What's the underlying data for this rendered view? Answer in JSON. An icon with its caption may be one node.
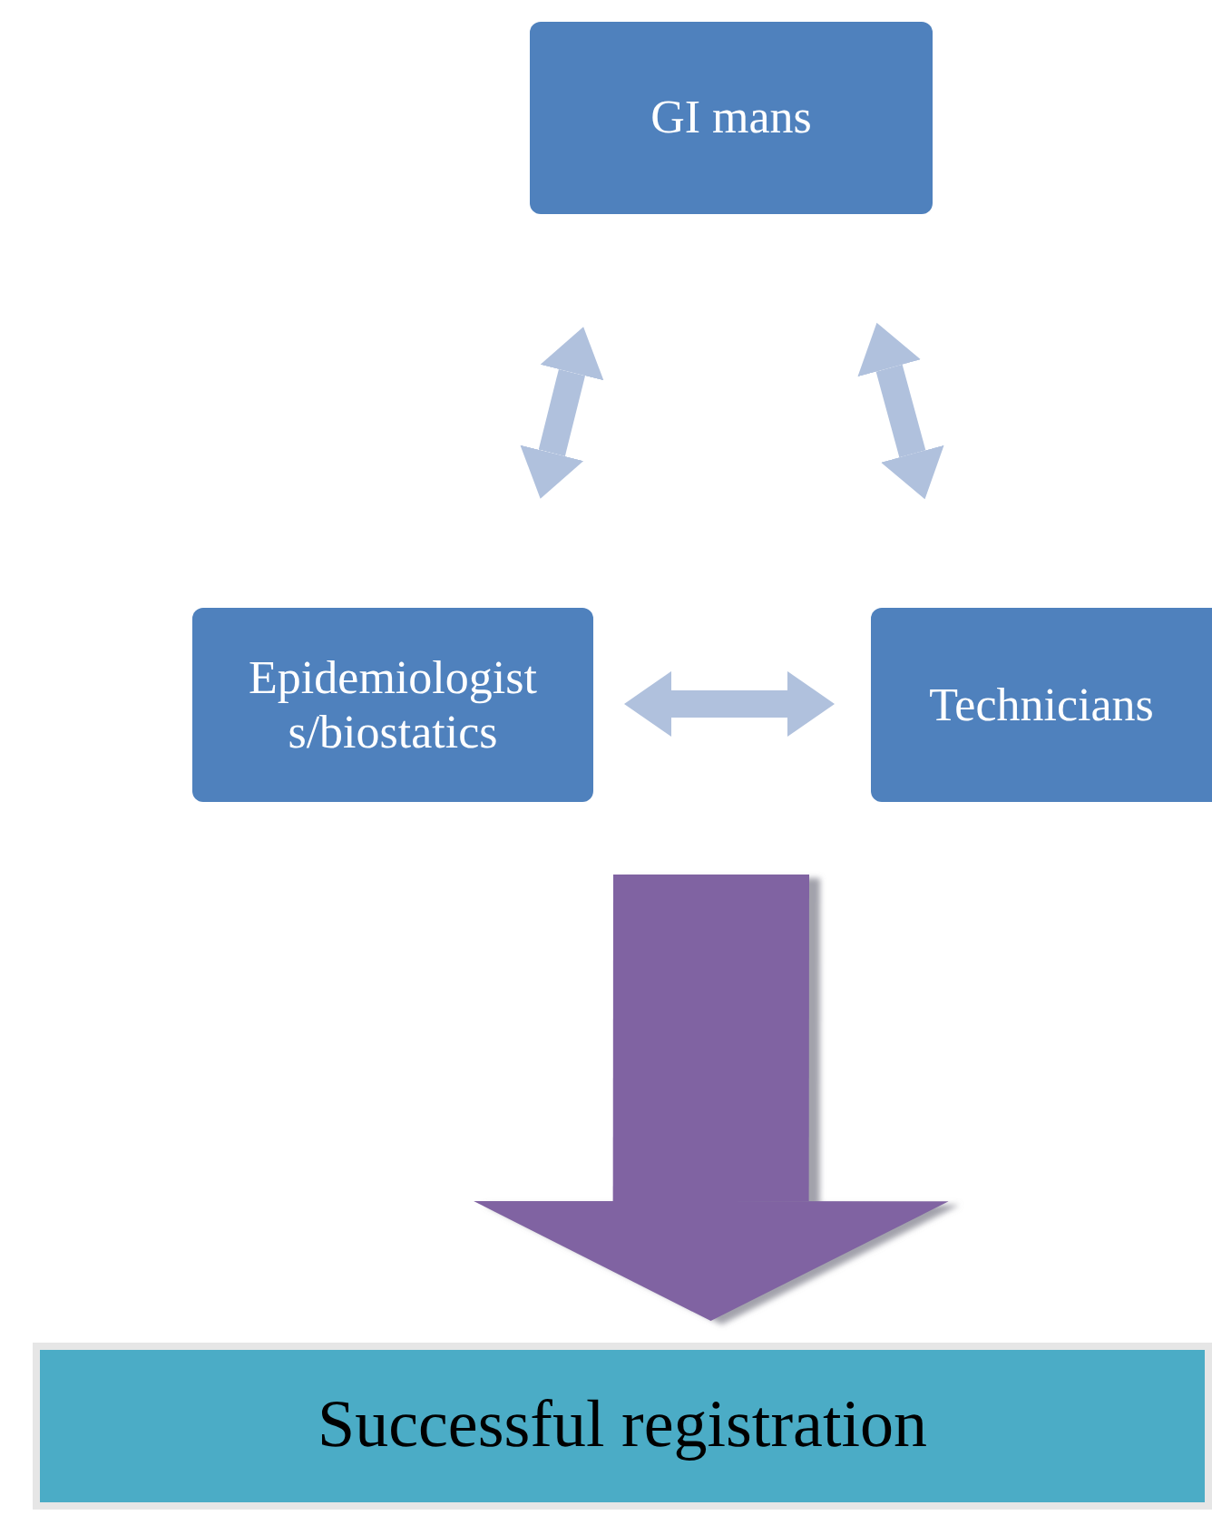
{
  "diagram": {
    "nodes": [
      {
        "text": [
          "GI mans"
        ]
      },
      {
        "text": [
          "Epidemiologist s/biostatics"
        ]
      },
      {
        "text": [
          "Technicians"
        ]
      },
      {
        "text": [
          "Successful registration"
        ]
      }
    ],
    "edges": [
      {
        "from": 1,
        "to": 0,
        "arrow": "both"
      },
      {
        "from": 0,
        "to": 2,
        "arrow": "both"
      },
      {
        "from": 1,
        "to": 2,
        "arrow": "both"
      },
      {
        "from": null,
        "to": 3,
        "arrow": "to",
        "style": "thick",
        "color": "#8064a2"
      }
    ]
  }
}
